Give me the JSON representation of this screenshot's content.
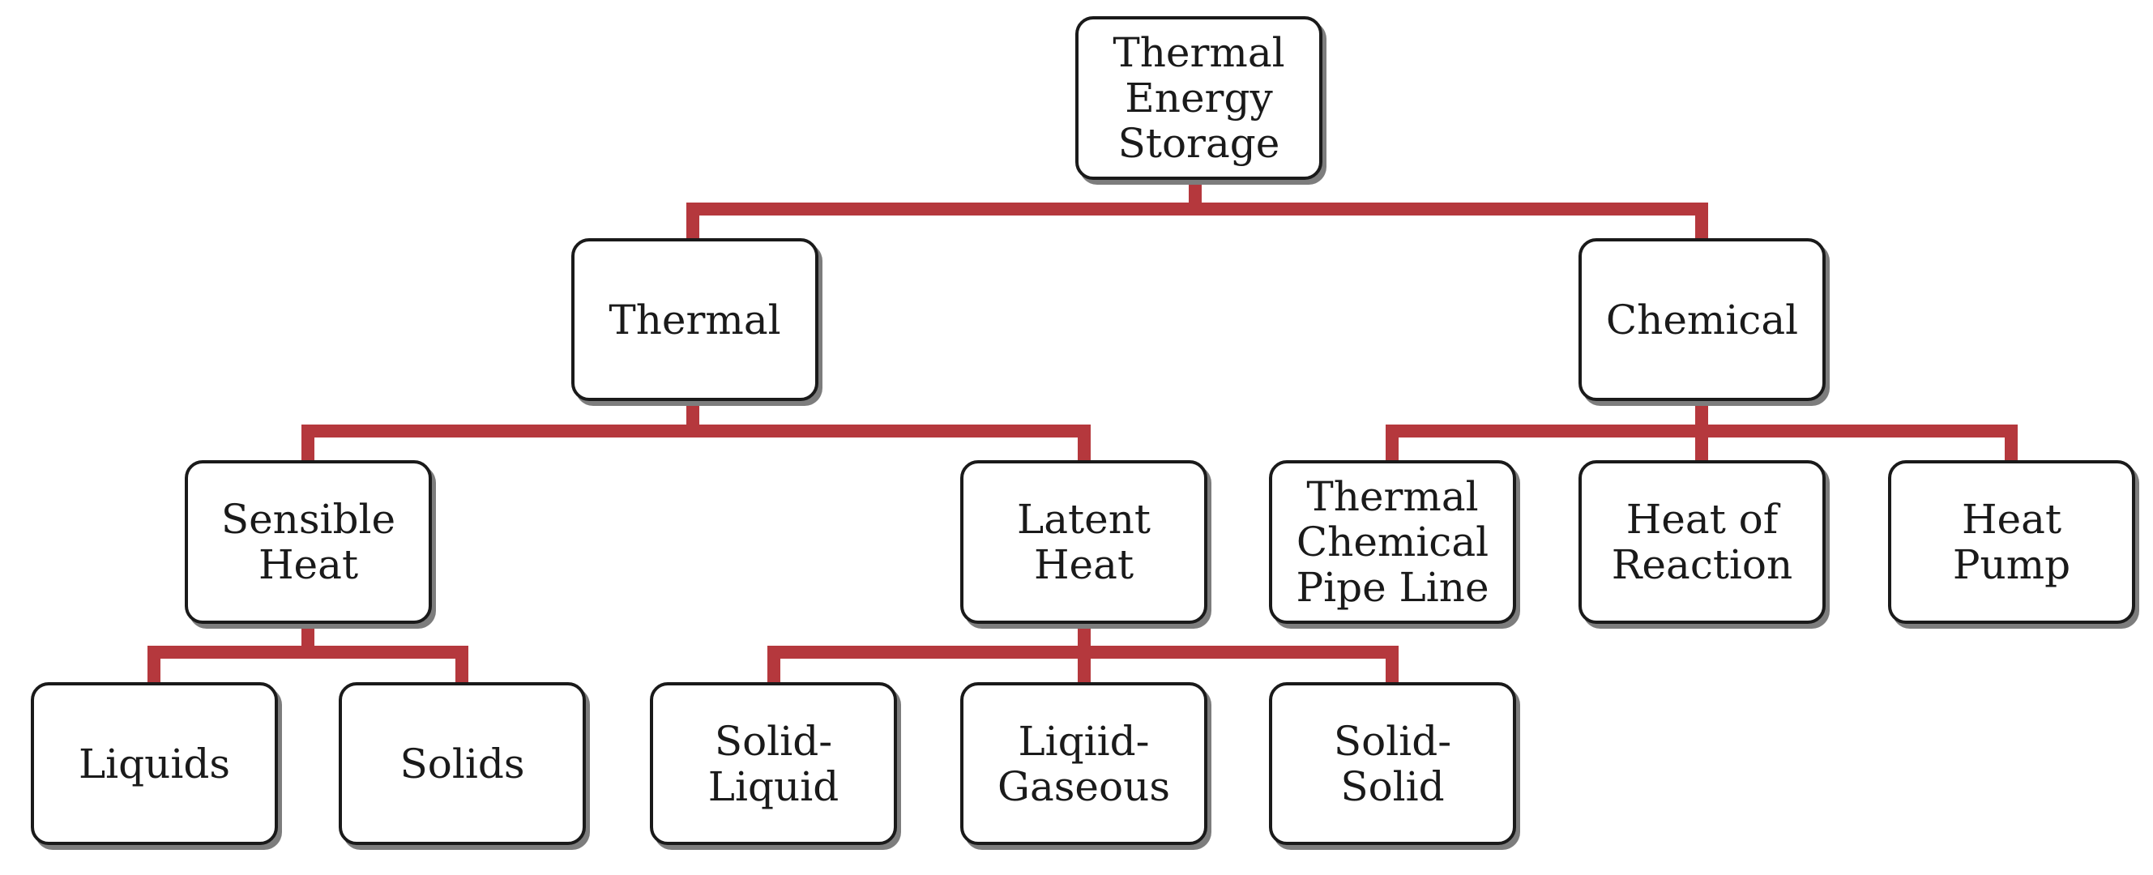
{
  "diagram": {
    "line_color": "#b5383d",
    "nodes": {
      "root": "Thermal\nEnergy\nStorage",
      "thermal": "Thermal",
      "chemical": "Chemical",
      "sensible_heat": "Sensible\nHeat",
      "latent_heat": "Latent\nHeat",
      "thermal_chemical_pipe_line": "Thermal\nChemical\nPipe Line",
      "heat_of_reaction": "Heat of\nReaction",
      "heat_pump": "Heat\nPump",
      "liquids": "Liquids",
      "solids": "Solids",
      "solid_liquid": "Solid-\nLiquid",
      "liqiid_gaseous": "Liqiid-\nGaseous",
      "solid_solid": "Solid-\nSolid"
    }
  }
}
